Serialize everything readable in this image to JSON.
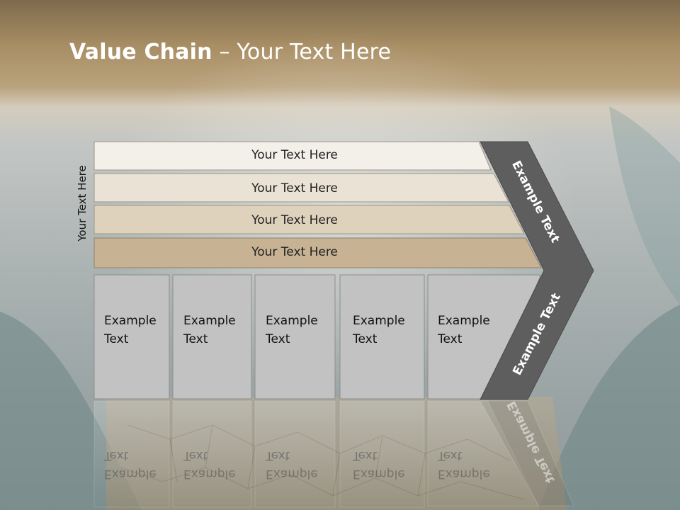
{
  "slide": {
    "title_bold": "Value Chain",
    "title_rest": " – Your Text Here",
    "side_label": "Your Text Here"
  },
  "rows": [
    {
      "label": "Your Text Here",
      "color": "#f3f0ea"
    },
    {
      "label": "Your Text Here",
      "color": "#eae2d5"
    },
    {
      "label": "Your Text Here",
      "color": "#dfd2bd"
    },
    {
      "label": "Your Text Here",
      "color": "#c7b293"
    }
  ],
  "cells": [
    {
      "line1": "Example",
      "line2": "Text"
    },
    {
      "line1": "Example",
      "line2": "Text"
    },
    {
      "line1": "Example",
      "line2": "Text"
    },
    {
      "line1": "Example",
      "line2": "Text"
    },
    {
      "line1": "Example",
      "line2": "Text"
    }
  ],
  "chevron": {
    "upper_label": "Example Text",
    "lower_label": "Example Text",
    "color": "#5e5e5e"
  },
  "colors": {
    "header_band": "#a88e64",
    "cell_fill": "#c2c2c2",
    "cell_border": "#8e8e8e"
  }
}
